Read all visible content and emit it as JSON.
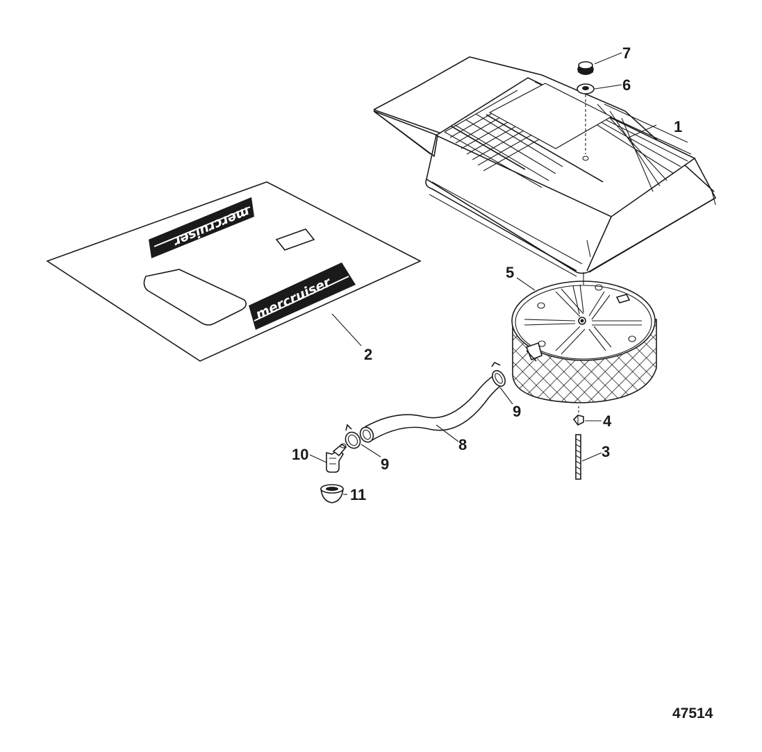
{
  "figure_number": "47514",
  "callouts": [
    {
      "id": "c1",
      "text": "1"
    },
    {
      "id": "c2",
      "text": "2"
    },
    {
      "id": "c3",
      "text": "3"
    },
    {
      "id": "c4",
      "text": "4"
    },
    {
      "id": "c5",
      "text": "5"
    },
    {
      "id": "c6",
      "text": "6"
    },
    {
      "id": "c7",
      "text": "7"
    },
    {
      "id": "c8",
      "text": "8"
    },
    {
      "id": "c9a",
      "text": "9"
    },
    {
      "id": "c9b",
      "text": "9"
    },
    {
      "id": "c10",
      "text": "10"
    },
    {
      "id": "c11",
      "text": "11"
    }
  ],
  "decals": {
    "upper_text": "mercruiser",
    "lower_text": "mercruiser"
  },
  "colors": {
    "ink": "#1a1a1a",
    "paper": "#ffffff"
  }
}
